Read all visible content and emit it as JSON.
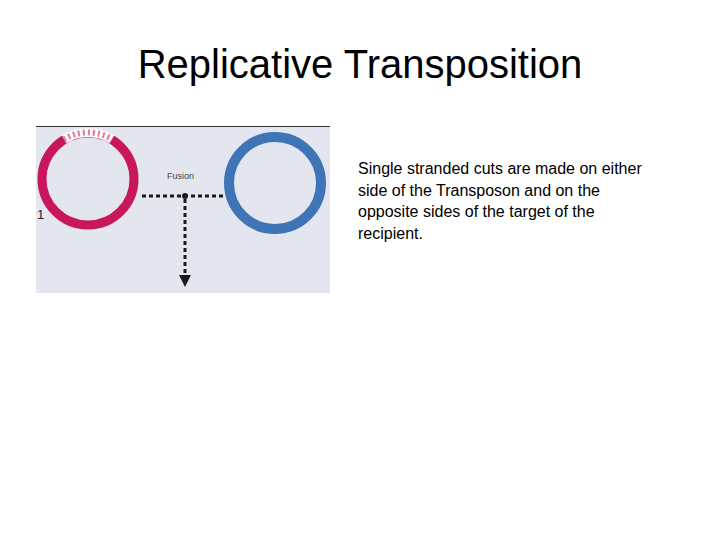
{
  "diagram": {
    "title": "Replicative Transposition",
    "labels": [
      "1",
      "Fusion",
      "Single stranded cuts are made on either side of the Transposon and on the opposite sides of the target of the recipient."
    ]
  }
}
